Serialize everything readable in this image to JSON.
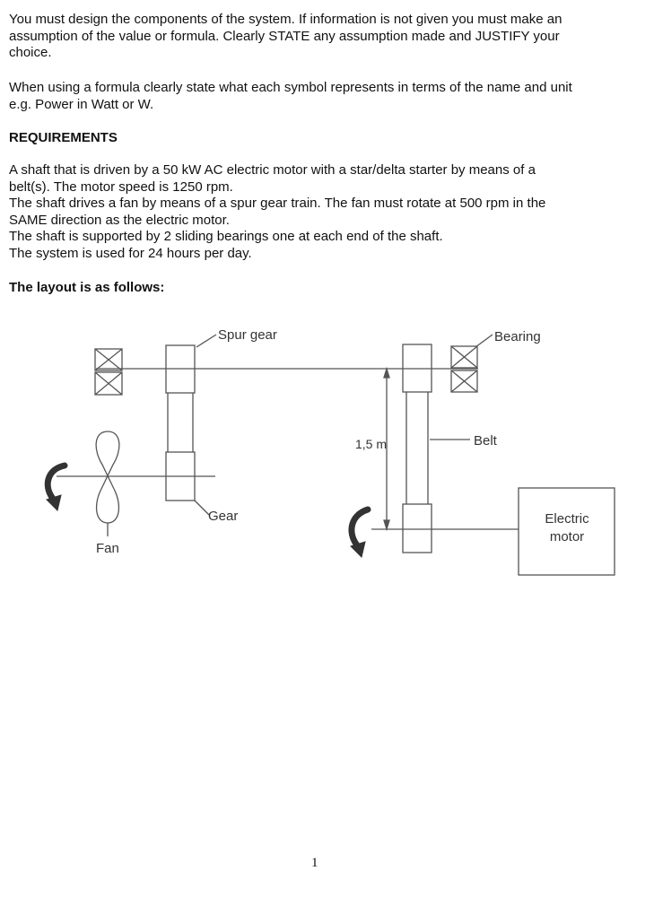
{
  "intro": {
    "line1": "You must design the components of the system. If information is not given you must make an",
    "line2": "assumption of the value or formula. Clearly STATE any assumption made and JUSTIFY your",
    "line3": "choice."
  },
  "formula_note": {
    "line1": "When using a formula clearly state what each symbol represents in terms of the name and unit",
    "line2": "e.g. Power in Watt or W."
  },
  "requirements_heading": "REQUIREMENTS",
  "requirements": {
    "line1": "A shaft that is driven by a 50 kW AC electric motor with a star/delta starter by means of a",
    "line2": "belt(s). The motor speed is 1250 rpm.",
    "line3": "The shaft drives a fan by means of a spur gear train. The fan must rotate at 500 rpm in the",
    "line4": "SAME direction as the electric motor.",
    "line5": "The shaft is supported by 2 sliding bearings one at each end of the shaft.",
    "line6": "The system is used for 24 hours per day."
  },
  "layout_heading": "The layout is as follows:",
  "diagram": {
    "spur_gear": "Spur gear",
    "bearing": "Bearing",
    "belt": "Belt",
    "distance": "1,5 m",
    "gear": "Gear",
    "fan": "Fan",
    "motor_line1": "Electric",
    "motor_line2": "motor",
    "line_color": "#555555"
  },
  "page_number": "1"
}
